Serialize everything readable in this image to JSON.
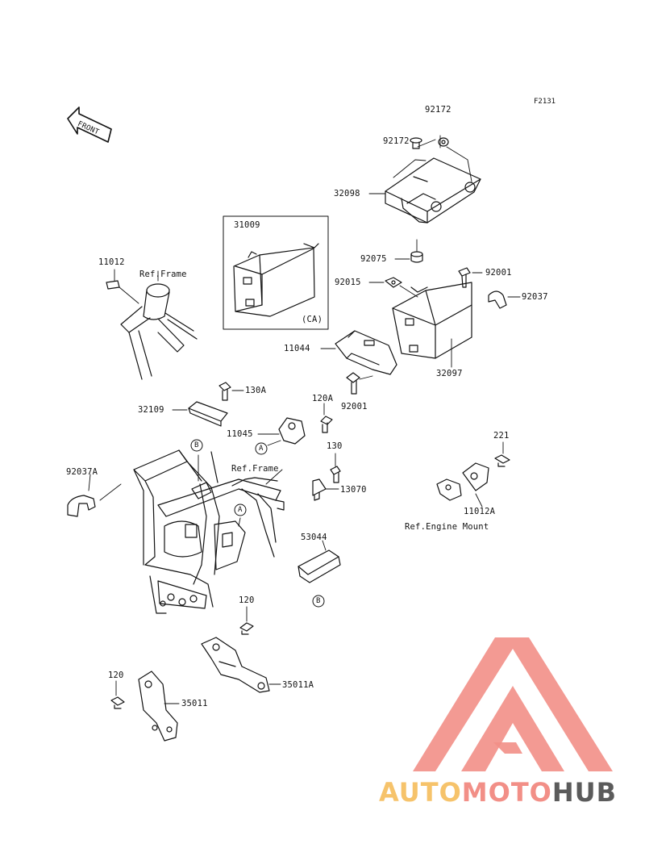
{
  "diagram_code": "F2131",
  "front_label": "FRONT",
  "labels": {
    "p92172_top": "92172",
    "p92172_left": "92172",
    "p32098": "32098",
    "p31009": "31009",
    "ca": "(CA)",
    "p11012": "11012",
    "ref_frame_top": "Ref.Frame",
    "p92075": "92075",
    "p92001_top": "92001",
    "p92015": "92015",
    "p92037": "92037",
    "p11044": "11044",
    "p32097": "32097",
    "p130a": "130A",
    "p92001_mid": "92001",
    "p120a": "120A",
    "p32109": "32109",
    "p11045": "11045",
    "callout_a1": "A",
    "p130": "130",
    "p221": "221",
    "callout_b1": "B",
    "ref_frame_mid": "Ref.Frame",
    "p92037a": "92037A",
    "p13070": "13070",
    "p11012a": "11012A",
    "callout_a2": "A",
    "ref_engine_mount": "Ref.Engine Mount",
    "p53044": "53044",
    "p120_mid": "120",
    "callout_b2": "B",
    "p35011a": "35011A",
    "p120_low": "120",
    "p35011": "35011"
  },
  "watermark": {
    "part1": "AUTO",
    "part2": "MOTO",
    "part3": "HUB",
    "colors": {
      "triangle": "#f28f87",
      "auto": "#f6c36b",
      "moto": "#f28f87",
      "hub": "#5b5b5b"
    }
  }
}
